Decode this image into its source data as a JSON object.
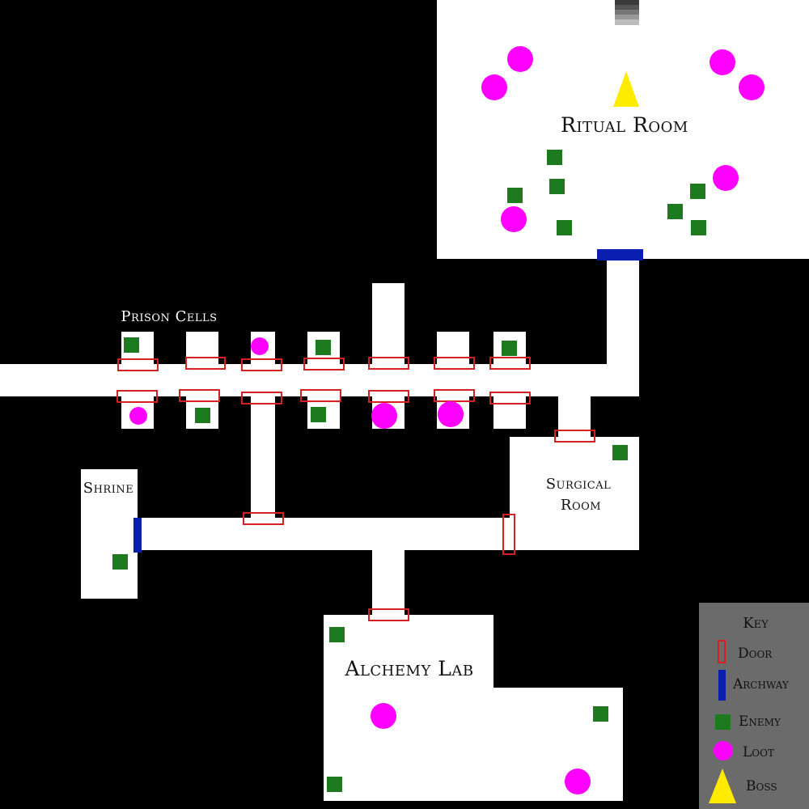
{
  "rooms": {
    "ritual_room": "Ritual Room",
    "prison_cells": "Prison Cells",
    "shrine": "Shrine",
    "surgical_room_line1": "Surgical",
    "surgical_room_line2": "Room",
    "alchemy_lab": "Alchemy Lab"
  },
  "legend": {
    "title": "Key",
    "door": "Door",
    "archway": "Archway",
    "enemy": "Enemy",
    "loot": "Loot",
    "boss": "Boss"
  },
  "colors": {
    "background": "#000000",
    "floor": "#ffffff",
    "door": "#d42020",
    "archway": "#0a1fb0",
    "enemy": "#1e7a1e",
    "loot": "#ff00ff",
    "boss": "#ffeb00",
    "legend_bg": "#6b6b6b"
  },
  "icons": {
    "door": "door-icon",
    "archway": "archway-icon",
    "enemy": "enemy-icon",
    "loot": "loot-icon",
    "boss": "boss-icon",
    "stairs": "stairs-icon"
  }
}
